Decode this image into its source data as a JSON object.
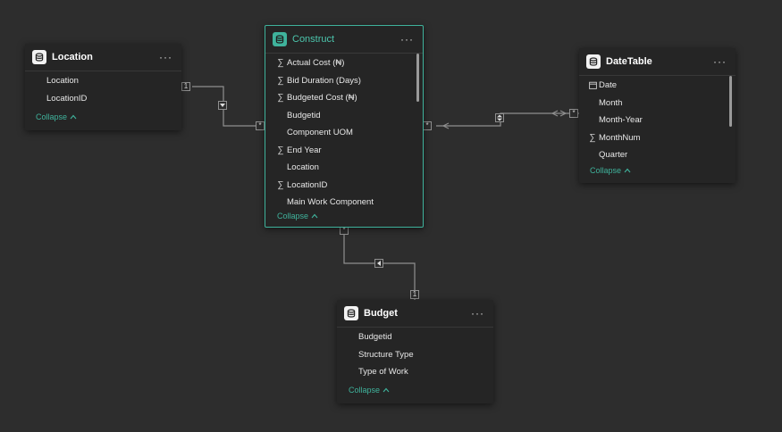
{
  "colors": {
    "background": "#2d2d2d",
    "card": "#252525",
    "accent": "#3fb39c",
    "line": "#8f8f8f"
  },
  "tables": {
    "location": {
      "title": "Location",
      "fields": [
        {
          "label": "Location",
          "icon": ""
        },
        {
          "label": "LocationID",
          "icon": ""
        }
      ],
      "collapse": "Collapse"
    },
    "construct": {
      "title": "Construct",
      "fields": [
        {
          "label": "Actual Cost (₦)",
          "icon": "sigma-icon"
        },
        {
          "label": "Bid Duration (Days)",
          "icon": "sigma-icon"
        },
        {
          "label": "Budgeted Cost (₦)",
          "icon": "sigma-icon"
        },
        {
          "label": "Budgetid",
          "icon": ""
        },
        {
          "label": "Component UOM",
          "icon": ""
        },
        {
          "label": "End Year",
          "icon": "sigma-icon"
        },
        {
          "label": "Location",
          "icon": ""
        },
        {
          "label": "LocationID",
          "icon": "sigma-icon"
        },
        {
          "label": "Main Work Component",
          "icon": ""
        }
      ],
      "collapse": "Collapse"
    },
    "datetable": {
      "title": "DateTable",
      "fields": [
        {
          "label": "Date",
          "icon": "calendar-icon"
        },
        {
          "label": "Month",
          "icon": ""
        },
        {
          "label": "Month-Year",
          "icon": ""
        },
        {
          "label": "MonthNum",
          "icon": "sigma-icon"
        },
        {
          "label": "Quarter",
          "icon": ""
        }
      ],
      "collapse": "Collapse"
    },
    "budget": {
      "title": "Budget",
      "fields": [
        {
          "label": "Budgetid",
          "icon": ""
        },
        {
          "label": "Structure Type",
          "icon": ""
        },
        {
          "label": "Type of Work",
          "icon": ""
        }
      ],
      "collapse": "Collapse"
    }
  },
  "relationships": {
    "one": "1",
    "many": "*"
  },
  "icons": {
    "more": "···",
    "sigma": "∑",
    "chevron_up": "^"
  }
}
